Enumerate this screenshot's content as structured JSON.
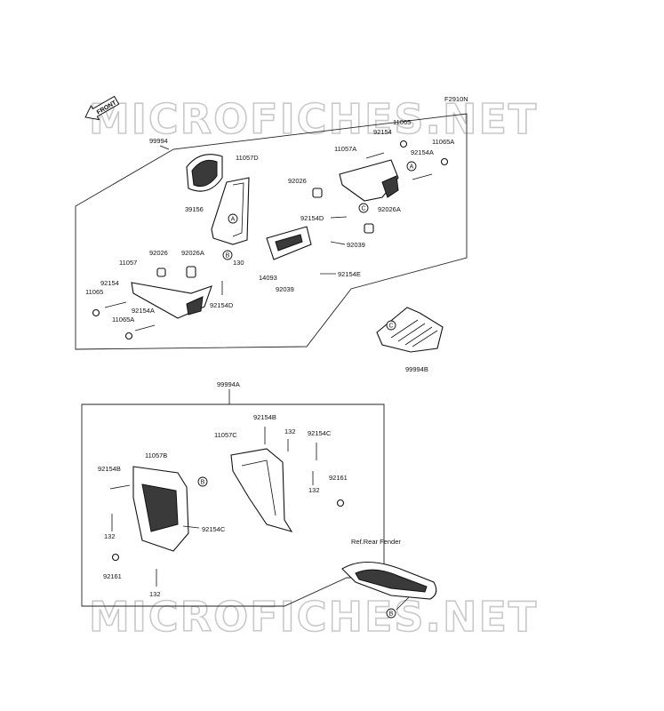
{
  "figure_code": "F2910N",
  "watermark": "MICROFICHES.NET",
  "front_label": "FRONT",
  "assemblies": {
    "top": "99994",
    "bottom": "99994A",
    "rack": "99994B"
  },
  "reference_note": "Ref.Rear Fender",
  "callouts": [
    "A",
    "B",
    "C"
  ],
  "labels_top": {
    "p11065_a": "11065",
    "p92154_a": "92154",
    "p11057A": "11057A",
    "p11065A_a": "11065A",
    "p92154A_a": "92154A",
    "p11057D": "11057D",
    "p92026_a": "92026",
    "p39156": "39156",
    "p92154D_a": "92154D",
    "p92026A_a": "92026A",
    "p92039_a": "92039",
    "p92026_b": "92026",
    "p92026A_b": "92026A",
    "p11057": "11057",
    "p130": "130",
    "p14093": "14093",
    "p92154E": "92154E",
    "p92039_b": "92039",
    "p92154_b": "92154",
    "p11065_b": "11065",
    "p92154A_b": "92154A",
    "p11065A_b": "11065A",
    "p92154D_b": "92154D"
  },
  "labels_bottom": {
    "p92154B_a": "92154B",
    "p11057C": "11057C",
    "p132_a": "132",
    "p92154C_a": "92154C",
    "p11057B": "11057B",
    "p92154B_b": "92154B",
    "p132_b": "132",
    "p92161_a": "92161",
    "p132_c": "132",
    "p92154C_b": "92154C",
    "p92161_b": "92161",
    "p132_d": "132"
  }
}
